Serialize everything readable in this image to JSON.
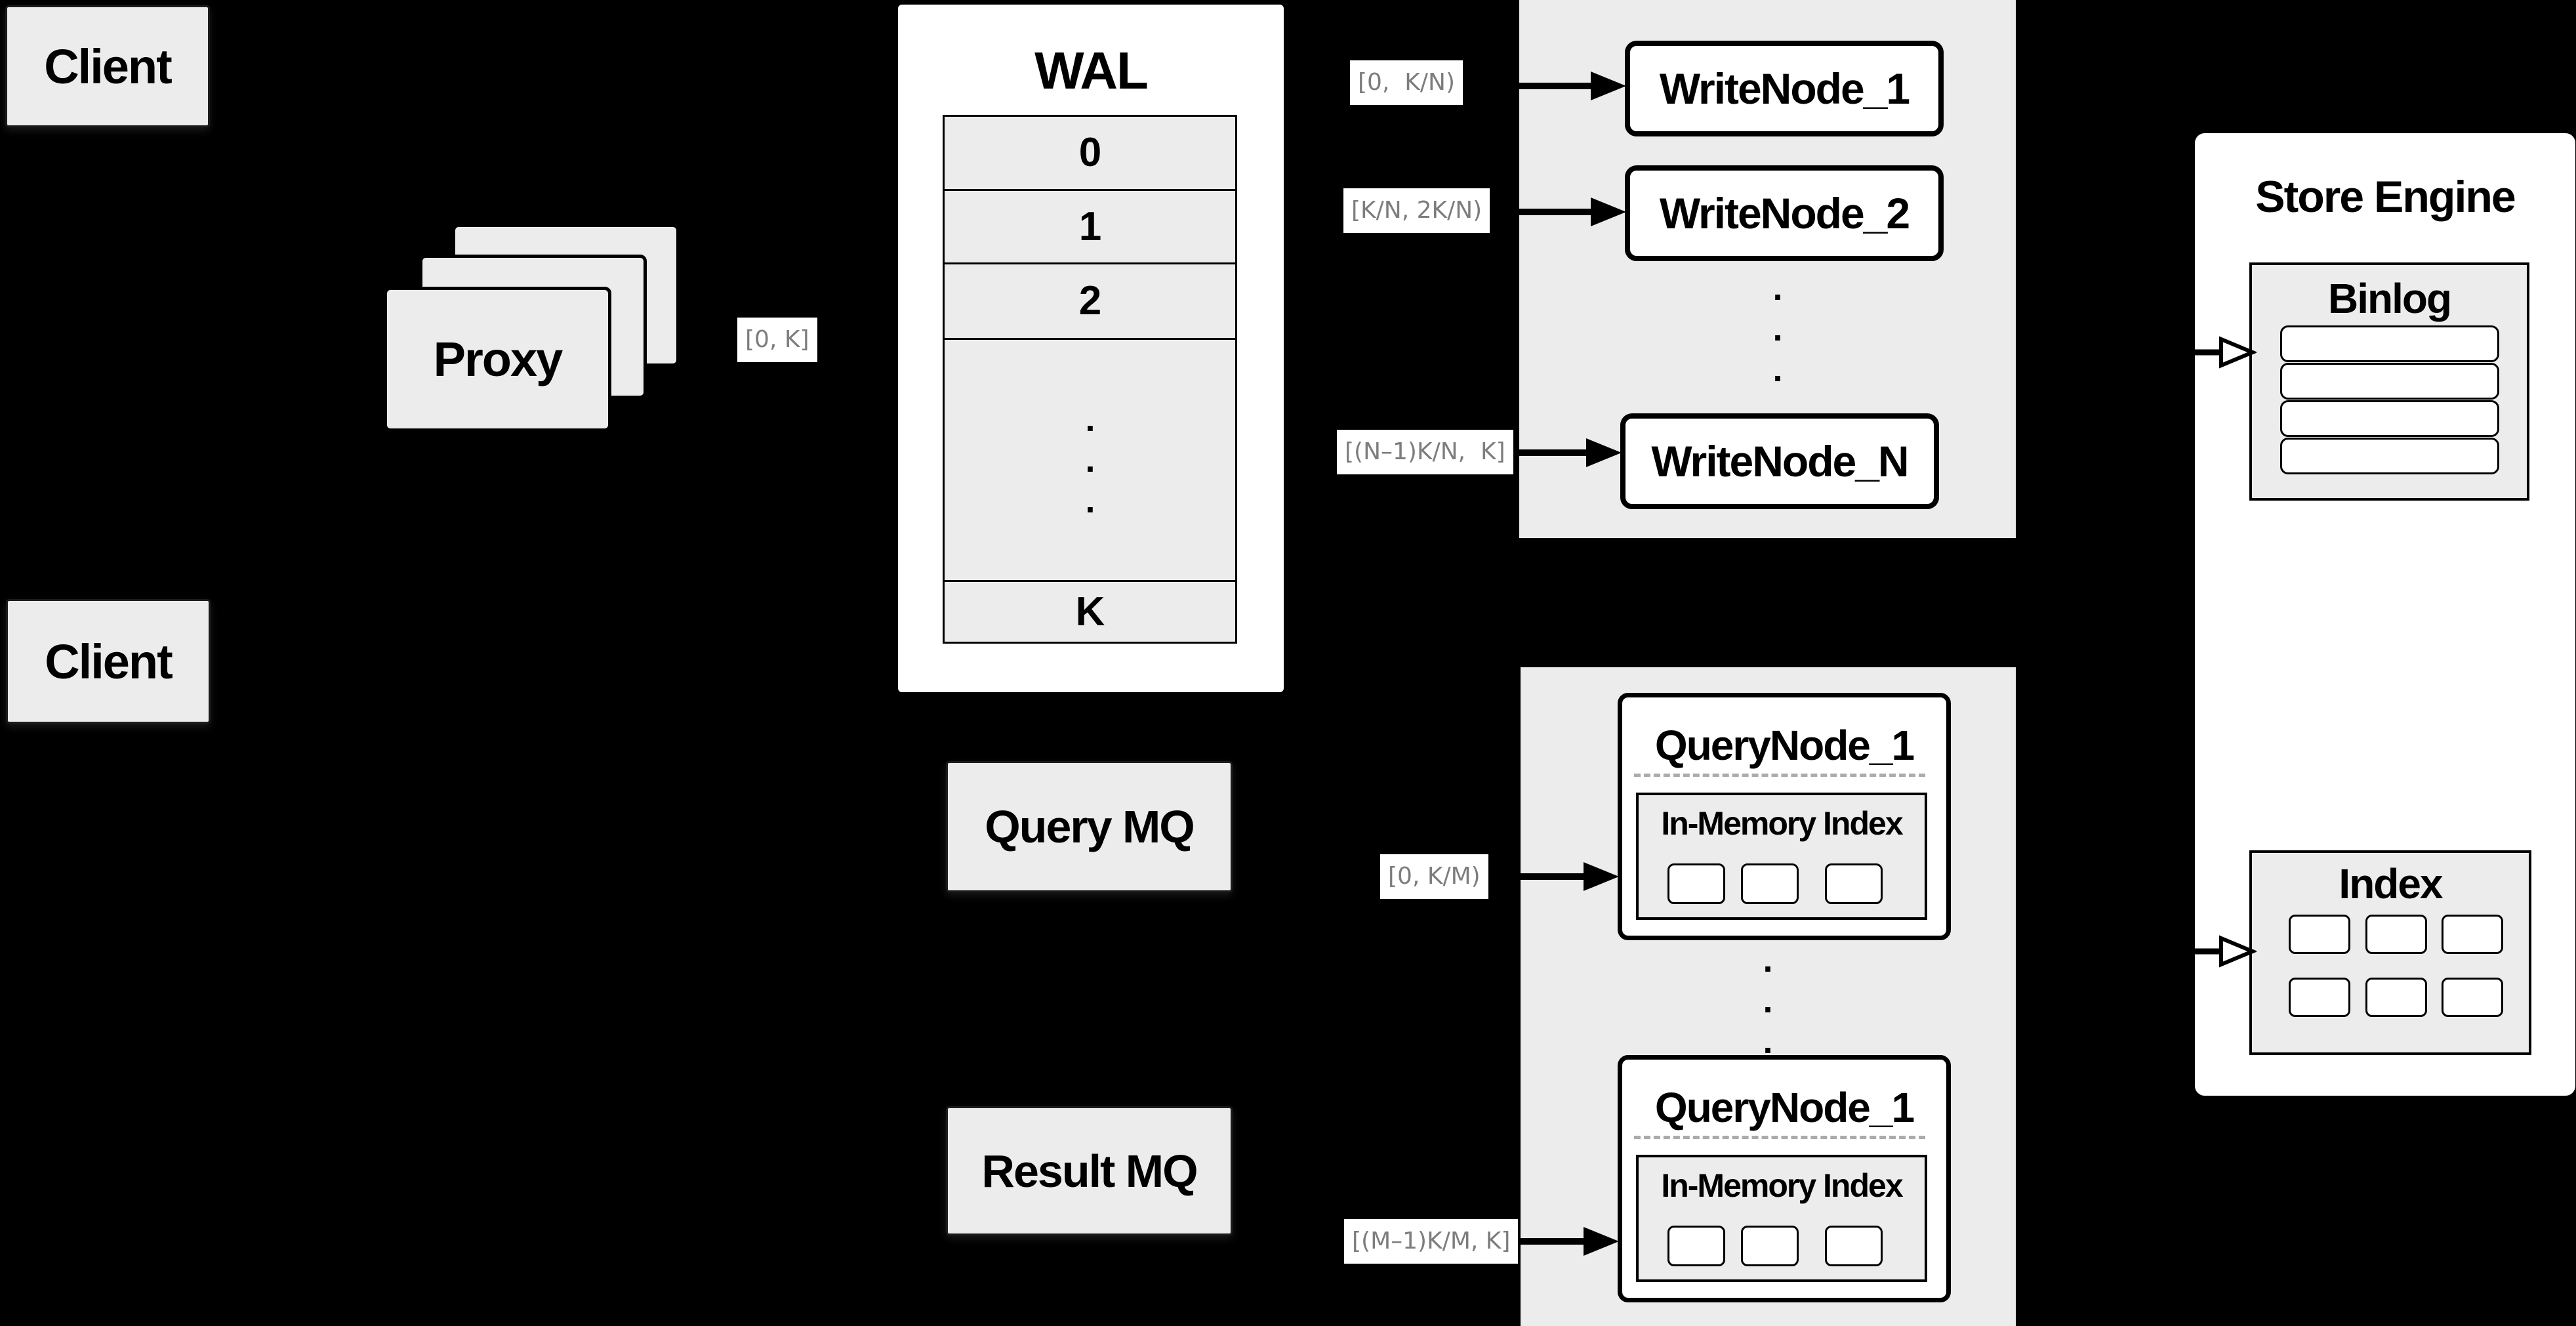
{
  "colors": {
    "background": "#000000",
    "panel_fill": "#ececec",
    "box_fill": "#ececec",
    "node_fill": "#ffffff",
    "border": "#000000",
    "range_label_text": "#7d7d7d"
  },
  "clients": {
    "top_label": "Client",
    "bottom_label": "Client"
  },
  "proxy": {
    "label": "Proxy",
    "range_label": "[0, K]"
  },
  "wal": {
    "title": "WAL",
    "segments": [
      "0",
      "1",
      "2"
    ],
    "ellipsis": ".\n.\n.",
    "last_segment": "K"
  },
  "write_nodes": {
    "ranges": [
      "[0,  K/N)",
      "[K/N, 2K/N)",
      "[(N–1)K/N,  K]"
    ],
    "nodes": [
      "WriteNode_1",
      "WriteNode_2",
      "WriteNode_N"
    ],
    "ellipsis": ".\n.\n."
  },
  "query_nodes": {
    "query_mq": "Query MQ",
    "result_mq": "Result MQ",
    "ranges": [
      "[0, K/M)",
      "[(M–1)K/M, K]"
    ],
    "nodes": [
      {
        "title": "QueryNode_1",
        "inner_title": "In-Memory Index"
      },
      {
        "title": "QueryNode_1",
        "inner_title": "In-Memory Index"
      }
    ],
    "ellipsis": ".\n.\n."
  },
  "store_engine": {
    "title": "Store Engine",
    "binlog_title": "Binlog",
    "index_title": "Index"
  }
}
